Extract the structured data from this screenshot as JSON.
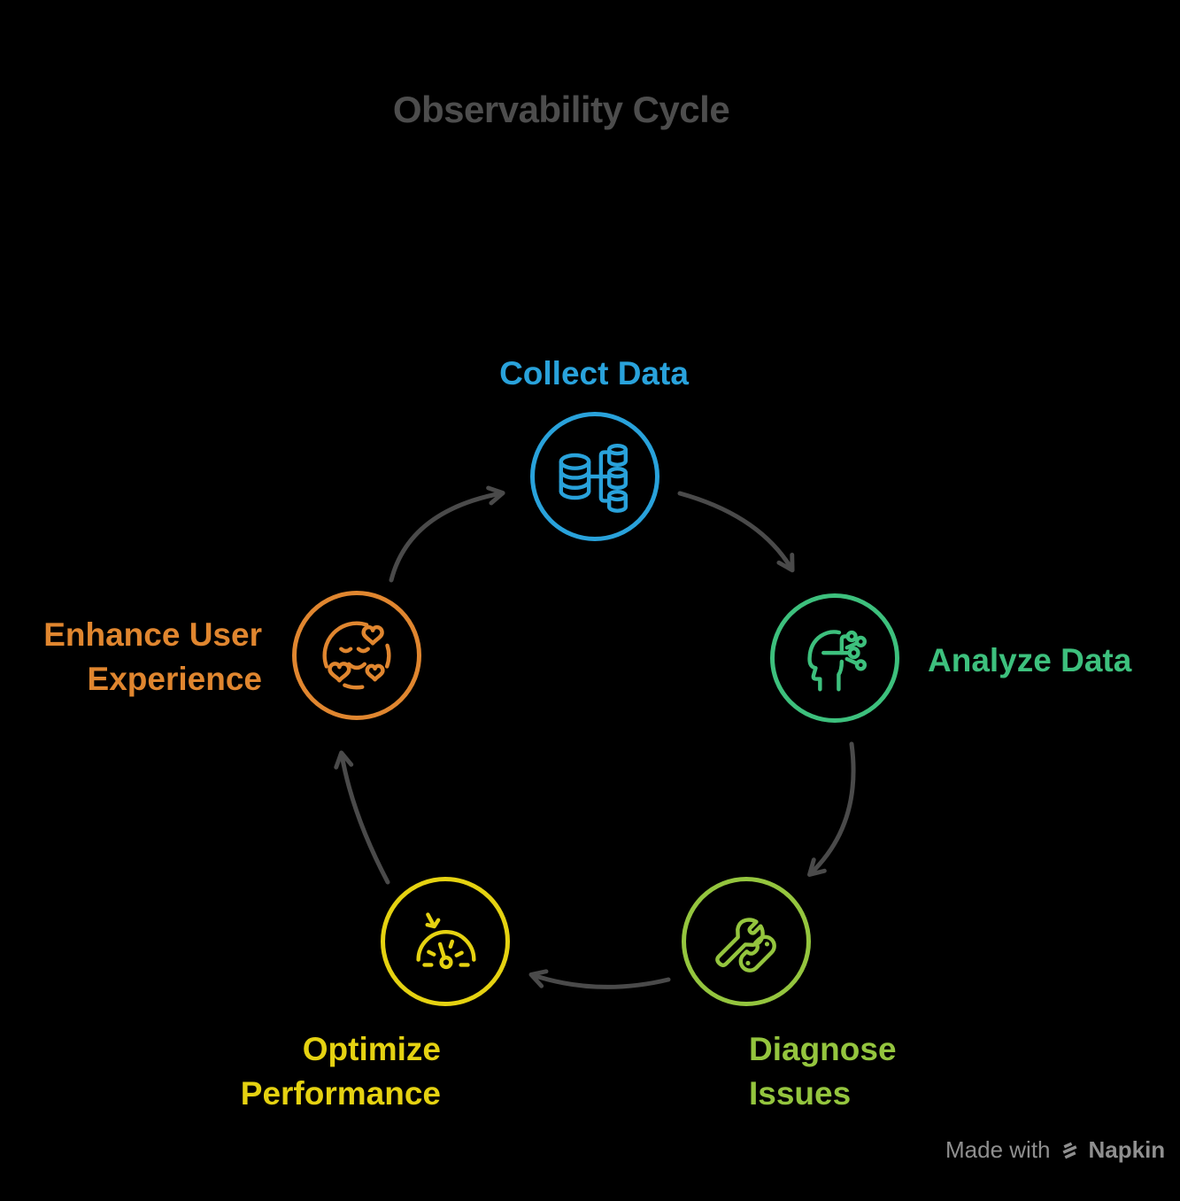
{
  "title": "Observability Cycle",
  "colors": {
    "background": "#000000",
    "title": "#4D4D4D",
    "arrow": "#4A4A4A",
    "footer": "#8F8F8F",
    "blue": "#29A2DB",
    "green": "#3DC07D",
    "olive": "#94C53E",
    "yellow": "#E5D211",
    "orange": "#E0862F"
  },
  "nodes": [
    {
      "id": "collect-data",
      "label": "Collect Data",
      "color": "#29A2DB",
      "icon": "databases-icon"
    },
    {
      "id": "analyze-data",
      "label": "Analyze Data",
      "color": "#3DC07D",
      "icon": "head-circuit-icon"
    },
    {
      "id": "diagnose-issues",
      "label_lines": [
        "Diagnose",
        "Issues"
      ],
      "color": "#94C53E",
      "icon": "wrench-tools-icon"
    },
    {
      "id": "optimize-performance",
      "label_lines": [
        "Optimize",
        "Performance"
      ],
      "color": "#E5D211",
      "icon": "gauge-icon"
    },
    {
      "id": "enhance-user-experience",
      "label_lines": [
        "Enhance User",
        "Experience"
      ],
      "color": "#E0862F",
      "icon": "smiley-hearts-icon"
    }
  ],
  "cycle_order": [
    "collect-data",
    "analyze-data",
    "diagnose-issues",
    "optimize-performance",
    "enhance-user-experience"
  ],
  "footer": {
    "made_with": "Made with",
    "brand": "Napkin"
  }
}
